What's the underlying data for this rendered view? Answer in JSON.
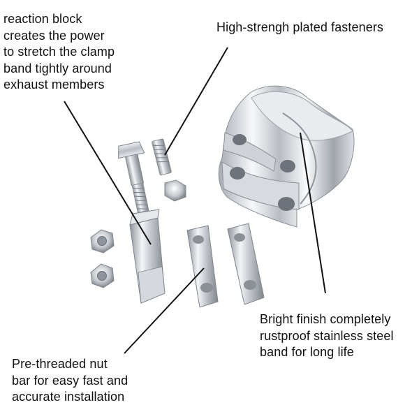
{
  "captions": {
    "reaction_block": [
      "reaction block",
      "creates the power",
      "to stretch the clamp",
      "band tightly around",
      "exhaust members"
    ],
    "fasteners": [
      "High-strengh plated fasteners"
    ],
    "finish": [
      "Bright finish completely",
      "rustproof stainless steel",
      "band for long life"
    ],
    "nut_bar": [
      "Pre-threaded nut",
      "bar for easy fast and",
      "accurate installation"
    ]
  },
  "colors": {
    "background": "#ffffff",
    "text": "#111111",
    "leader_line": "#111111",
    "metal_light": "#f2f4f6",
    "metal_mid": "#c9cdd2",
    "metal_dark": "#8b9097"
  }
}
